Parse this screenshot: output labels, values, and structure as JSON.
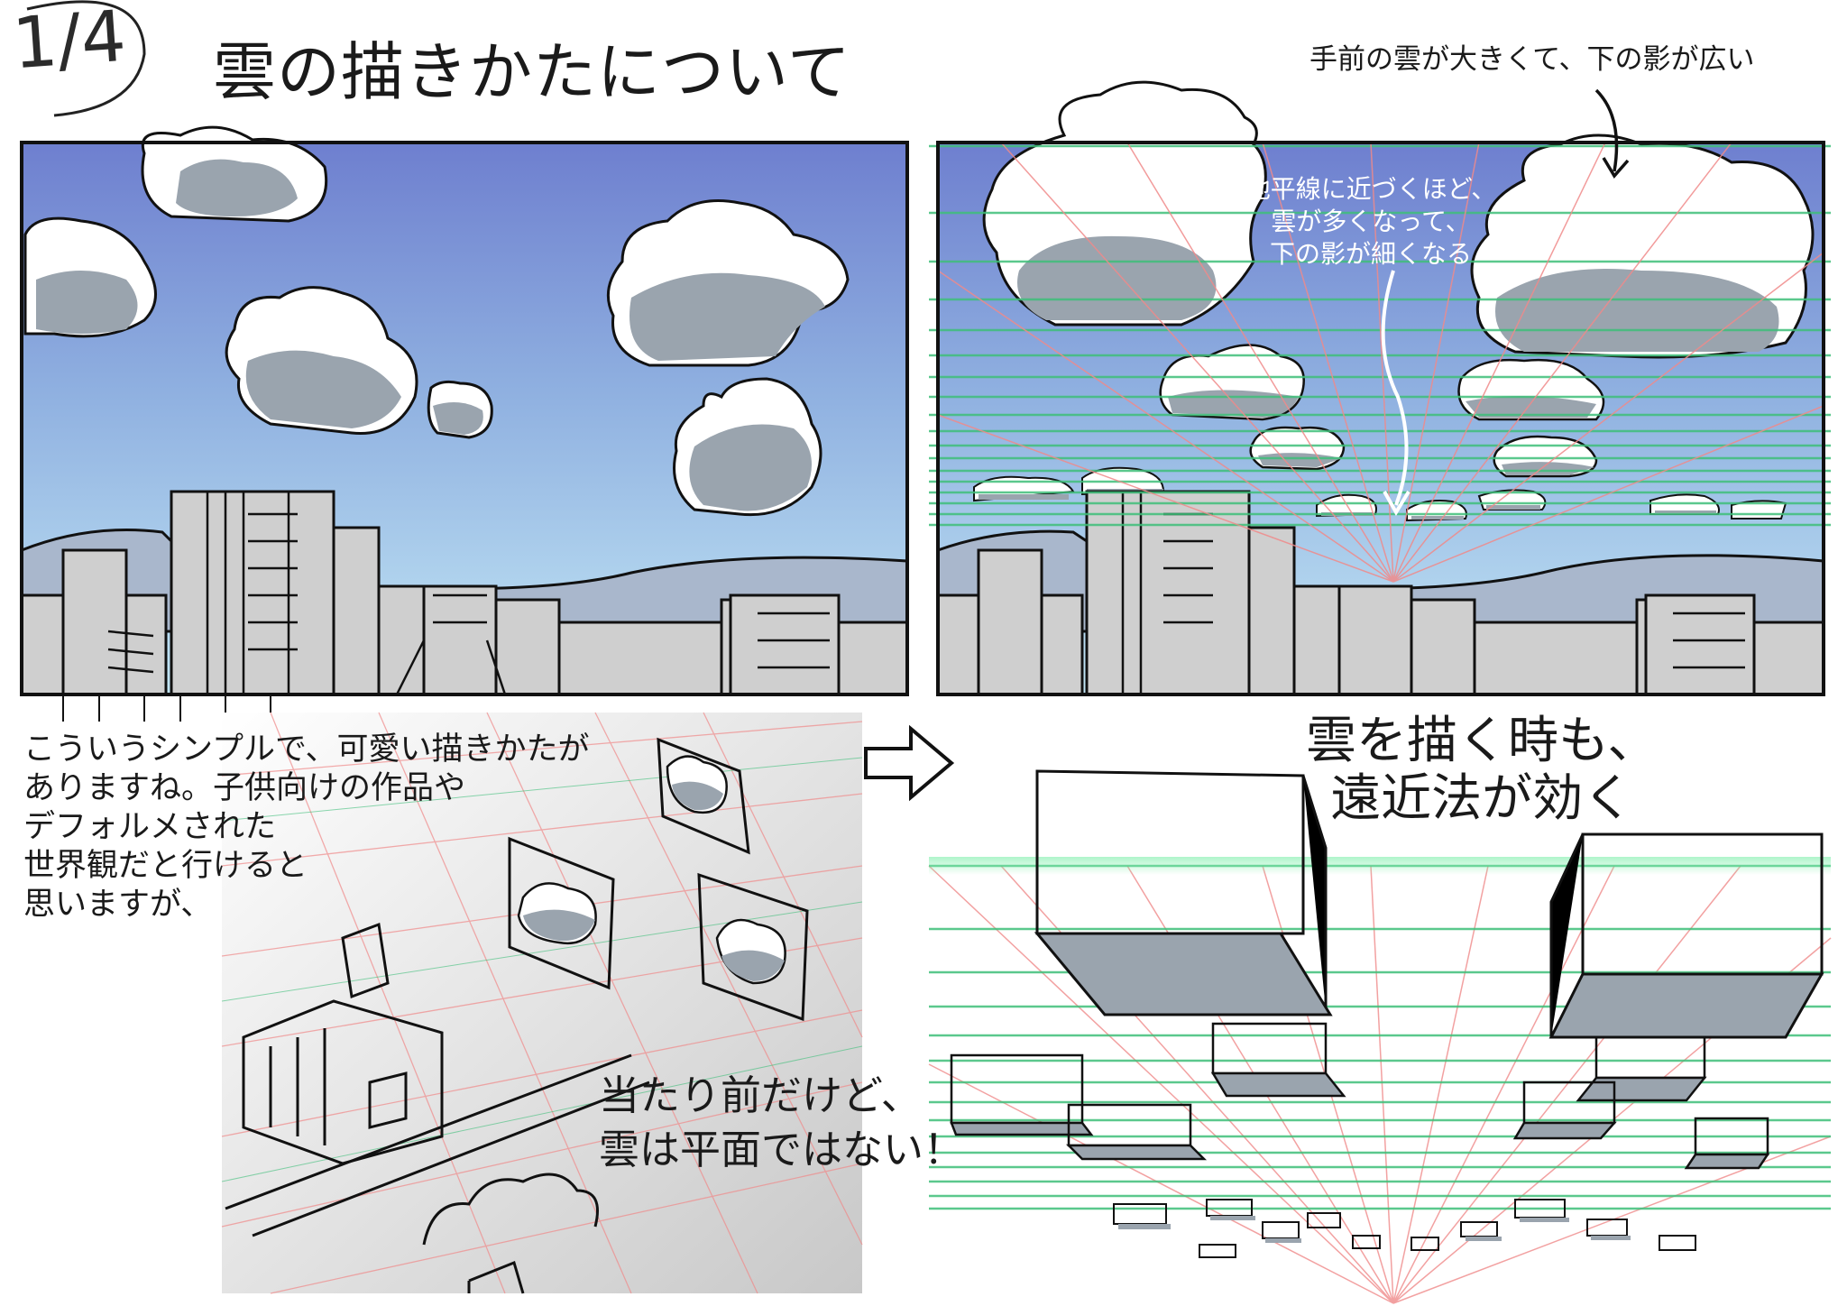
{
  "page": {
    "number": "1/4",
    "title": "雲の描きかたについて"
  },
  "annotations": {
    "top_right": "手前の雲が大きくて、下の影が広い",
    "horizon_lines": [
      "地平線に近づくほど、",
      "雲が多くなって、",
      "下の影が細くなる"
    ],
    "simple_style_lines": [
      "こういうシンプルで、可愛い描きかたが",
      "ありますね。子供向けの作品や",
      "デフォルメされた",
      "世界観だと行けると",
      "思いますが、"
    ],
    "not_flat_lines": [
      "当たり前だけど、",
      "雲は平面ではない！"
    ],
    "perspective_lines": [
      "雲を描く時も、",
      "遠近法が効く"
    ]
  },
  "icons": {
    "arrow": "right-arrow-icon"
  },
  "colors": {
    "sky_top": "#6f80cf",
    "sky_bottom": "#bfe5f5",
    "cloud_white": "#ffffff",
    "cloud_shadow": "#9aa4ae",
    "building_gray": "#cfcfcf",
    "mountain": "#a9b7cc",
    "green_line": "#3fbf7a",
    "red_line": "#f08a8a",
    "ink": "#111111"
  }
}
